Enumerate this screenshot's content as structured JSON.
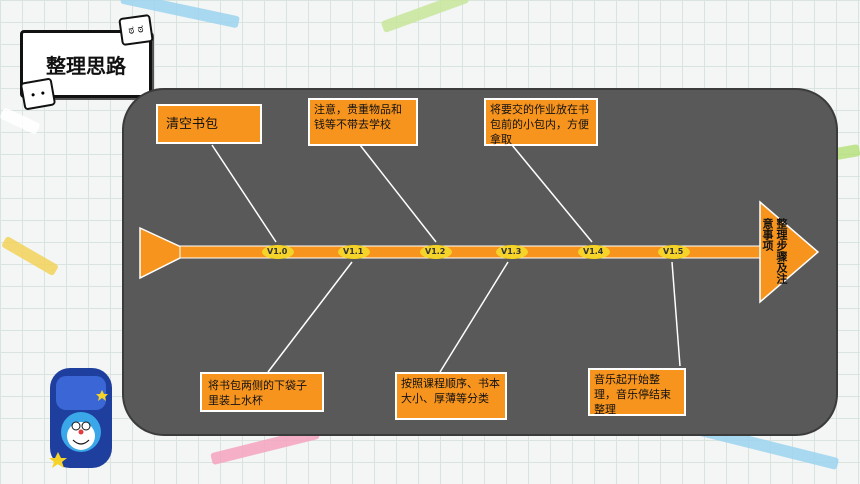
{
  "title": "整理思路",
  "face_top": "ಠ ಠ",
  "face_bottom": "• •",
  "head": "整理步骤及注意事项",
  "top_nodes": [
    {
      "text": "清空书包"
    },
    {
      "text": "注意，贵重物品和钱等不带去学校"
    },
    {
      "text": "将要交的作业放在书包前的小包内，方便拿取"
    }
  ],
  "bottom_nodes": [
    {
      "text": "将书包两侧的下袋子里装上水杯"
    },
    {
      "text": "按照课程顺序、书本大小、厚薄等分类"
    },
    {
      "text": "音乐起开始整理，音乐停结束整理"
    }
  ],
  "versions": [
    "V1.0",
    "V1.1",
    "V1.2",
    "V1.3",
    "V1.4",
    "V1.5"
  ],
  "colors": {
    "orange": "#f7941d",
    "panel": "#595959"
  }
}
